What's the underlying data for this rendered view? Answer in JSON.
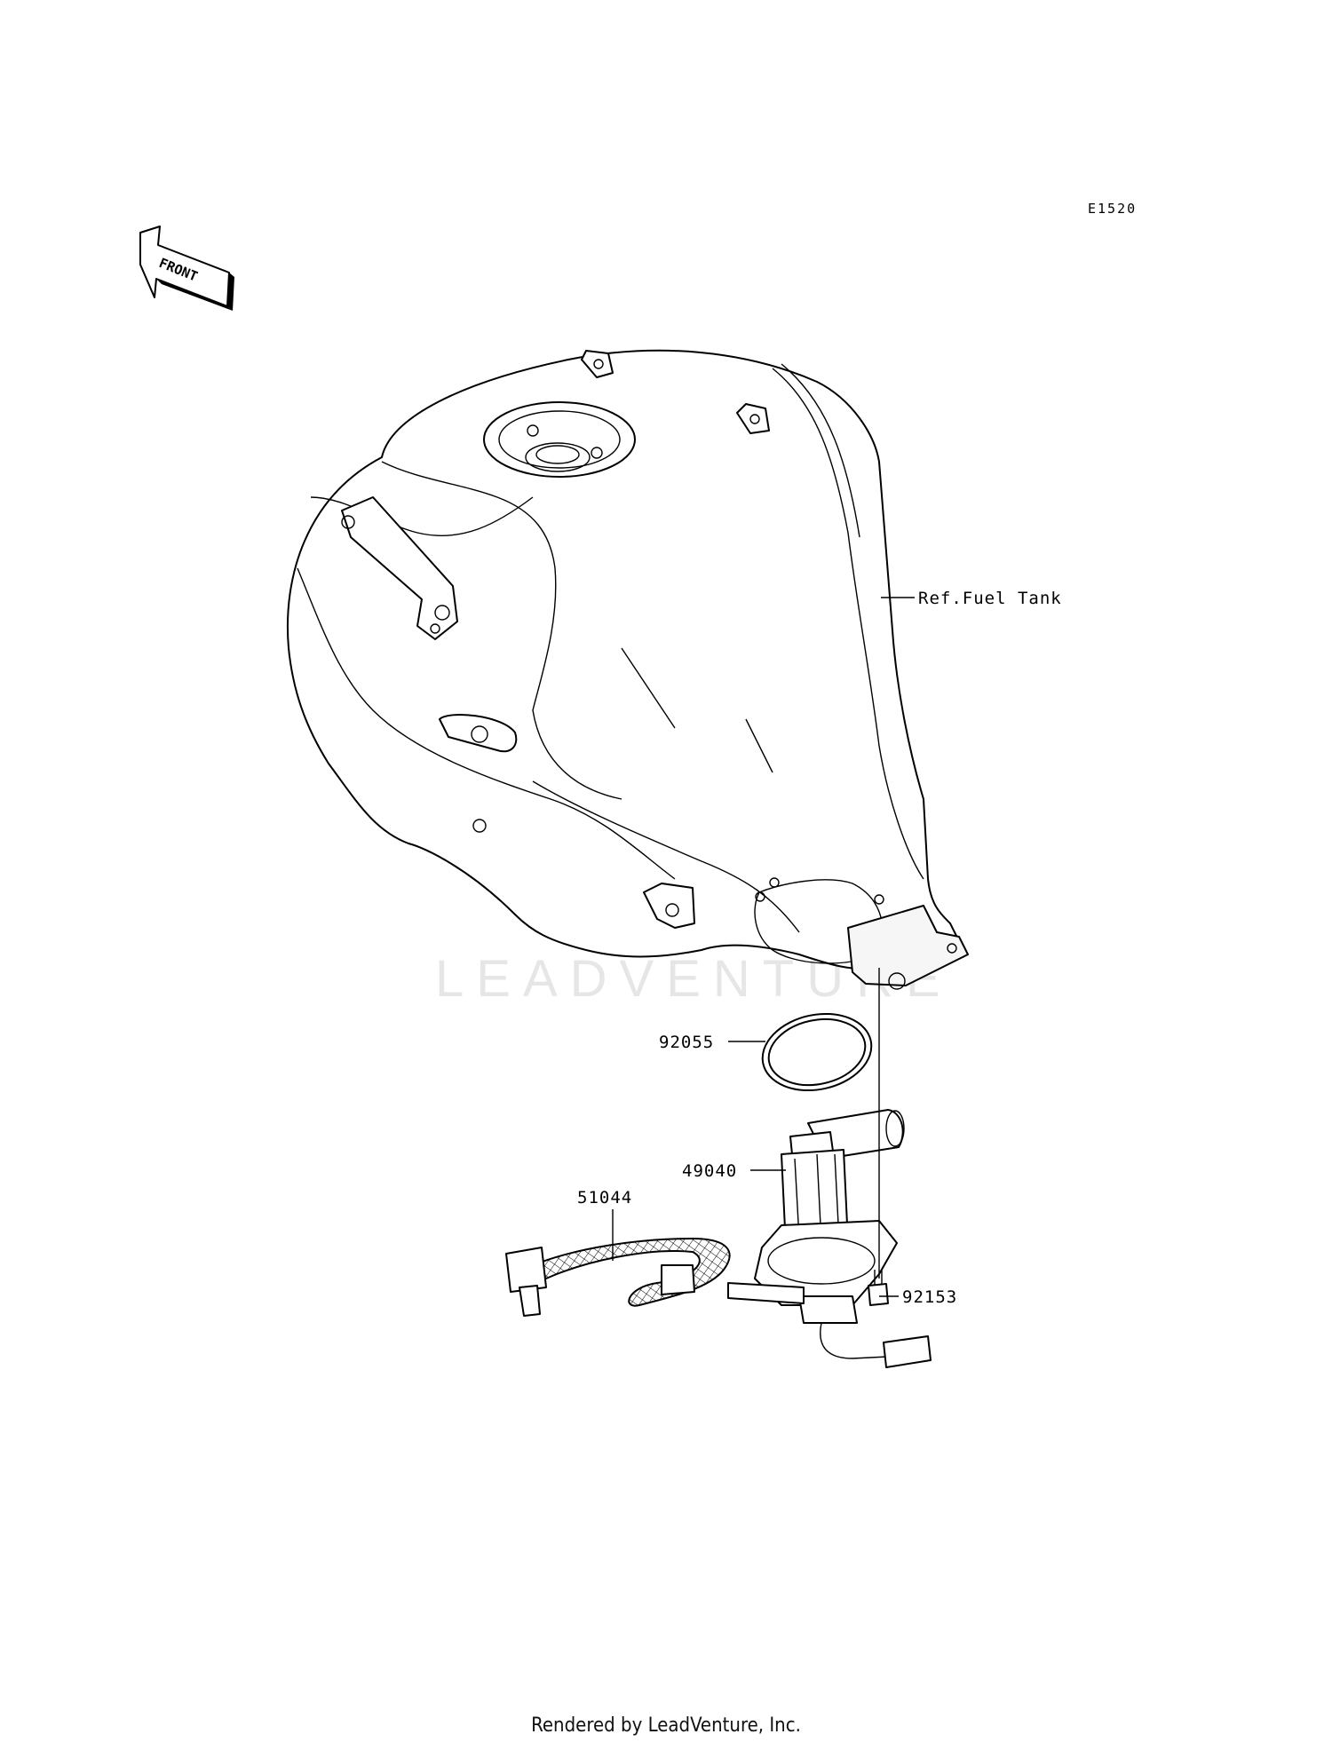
{
  "diagram_code": "E1520",
  "front_label": "FRONT",
  "watermark": "LEADVENTURE",
  "footer": "Rendered by LeadVenture, Inc.",
  "callouts": {
    "fuel_tank": "Ref.Fuel Tank",
    "gasket": "92055",
    "fuel_pump": "49040",
    "fuel_hose": "51044",
    "bolt": "92153"
  }
}
